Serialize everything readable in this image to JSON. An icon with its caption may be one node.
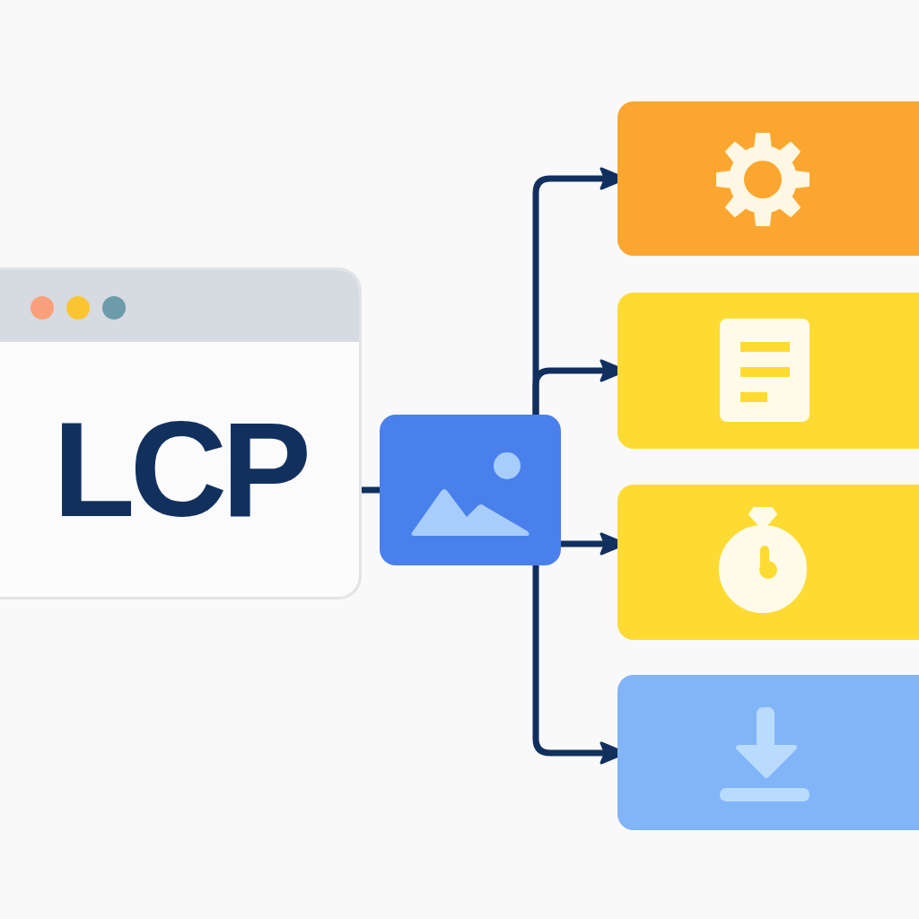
{
  "diagram": {
    "nodes": [
      {
        "text": [
          "LCP"
        ]
      },
      {
        "text": [],
        "shape": "picture"
      },
      {
        "text": [],
        "shape": "box"
      },
      {
        "text": [],
        "shape": "box"
      },
      {
        "text": [],
        "shape": "box"
      },
      {
        "text": [],
        "shape": "box"
      }
    ],
    "edges": [
      {
        "from": 0,
        "to": 1,
        "arrow": "none"
      },
      {
        "from": 1,
        "to": 2,
        "arrow": "to"
      },
      {
        "from": 1,
        "to": 3,
        "arrow": "to"
      },
      {
        "from": 1,
        "to": 4,
        "arrow": "to"
      },
      {
        "from": 1,
        "to": 5,
        "arrow": "to"
      }
    ]
  }
}
